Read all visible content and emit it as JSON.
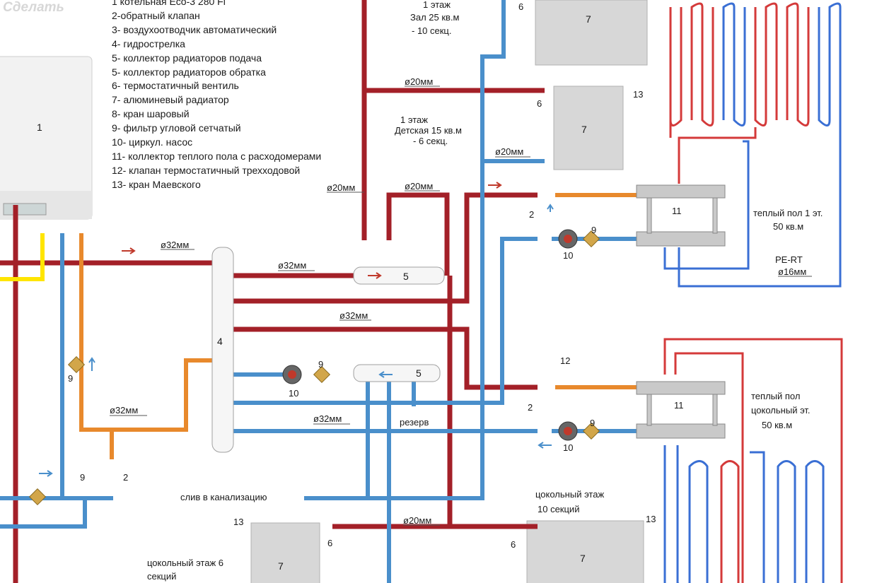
{
  "watermark": "Сделать",
  "legend": [
    "1 котельная Eco-3 280 Fi",
    "2-обратный клапан",
    "3- воздухоотводчик автоматический",
    "4- гидрострелка",
    "5- коллектор радиаторов подача",
    "5- коллектор радиаторов обратка",
    "6- термостатичный вентиль",
    "7- алюминевый радиатор",
    "8- кран шаровый",
    "9- фильтр угловой сетчатый",
    "10- циркул. насос",
    "11- коллектор теплого пола с расходомерами",
    "12- клапан термостатичный  трехходовой",
    "13- кран Маевского"
  ],
  "colors": {
    "supply": "#a32028",
    "return": "#4a8fcb",
    "orange": "#e8892c",
    "yellow": "#ffe500",
    "radiator": "#d7d7d7"
  },
  "labels": {
    "boiler": "1",
    "hydro": "4",
    "coll_top": "5",
    "coll_mid": "5",
    "floor1_title": "1 этаж",
    "floor1_room1": "Зал 25 кв.м",
    "floor1_sec1": "- 10 секц.",
    "floor1_room2_a": "1 этаж",
    "floor1_room2_b": "Детская 15 кв.м",
    "floor1_sec2": "- 6 секц.",
    "d20_a": "ø20мм",
    "d20_b": "ø20мм",
    "d20_c": "ø20мм",
    "d20_d": "ø20мм",
    "d20_e": "ø20мм",
    "d32_a": "ø32мм",
    "d32_b": "ø32мм",
    "d32_c": "ø32мм",
    "d32_d": "ø32мм",
    "d32_e": "ø32мм",
    "warm1_a": "теплый пол 1 эт.",
    "warm1_b": "50 кв.м",
    "pert": "PE-RT",
    "d16": "ø16мм",
    "warm2_a": "теплый пол",
    "warm2_b": "цокольный эт.",
    "warm2_c": "50 кв.м",
    "reserve": "резерв",
    "drain": "слив в канализацию",
    "base_a": "цокольный этаж",
    "base_b": "10 секций",
    "base_c": "цокольный этаж 6",
    "base_d": "секций",
    "n6a": "6",
    "n7a": "7",
    "n13a": "13",
    "n6b": "6",
    "n7b": "7",
    "n2a": "2",
    "n11a": "11",
    "n9a": "9",
    "n10a": "10",
    "n9b": "9",
    "n10b": "10",
    "n12": "12",
    "n2b": "2",
    "n11b": "11",
    "n9c": "9",
    "n10c": "10",
    "n9d": "9",
    "n2c": "2",
    "n9e": "9",
    "n13b": "13",
    "n6c": "6",
    "n7c": "7",
    "n13c": "13",
    "n6d": "6",
    "n7d": "7"
  }
}
